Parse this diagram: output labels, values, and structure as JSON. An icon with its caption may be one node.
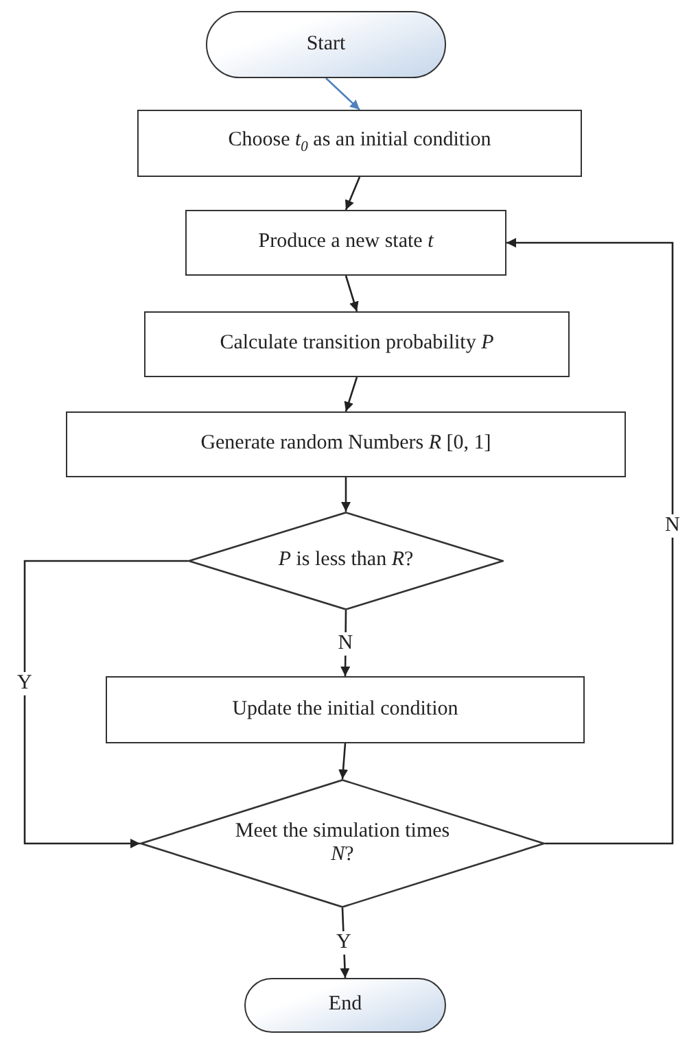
{
  "diagram": {
    "nodes": [
      {
        "text": [
          "Start"
        ]
      },
      {
        "text": [
          "Choose *t*$_{0}$ as an initial condition"
        ]
      },
      {
        "text": [
          "Produce a new state *t*"
        ]
      },
      {
        "text": [
          "Calculate transition probability *P*"
        ]
      },
      {
        "text": [
          "Generate random Numbers *R* [0, 1]"
        ]
      },
      {
        "text": [
          "*P* is less than *R*?"
        ]
      },
      {
        "text": [
          "Update the initial condition"
        ]
      },
      {
        "text": [
          "Meet the simulation times *N*?"
        ]
      },
      {
        "text": [
          "End"
        ]
      }
    ],
    "edges": [
      {
        "from": 0,
        "to": 1,
        "arrow": "to",
        "color": "#4f81bd"
      },
      {
        "from": 1,
        "to": 2,
        "arrow": "to"
      },
      {
        "from": 2,
        "to": 3,
        "arrow": "to"
      },
      {
        "from": 3,
        "to": 4,
        "arrow": "to"
      },
      {
        "from": 4,
        "to": 5,
        "arrow": "to"
      },
      {
        "from": 5,
        "to": 6,
        "arrow": "to",
        "label": "N"
      },
      {
        "from": 5,
        "to": 7,
        "arrow": "to",
        "label": "Y"
      },
      {
        "from": 6,
        "to": 7,
        "arrow": "to"
      },
      {
        "from": 7,
        "to": 2,
        "arrow": "to",
        "label": "N"
      },
      {
        "from": 7,
        "to": 8,
        "arrow": "to",
        "label": "Y"
      }
    ]
  }
}
